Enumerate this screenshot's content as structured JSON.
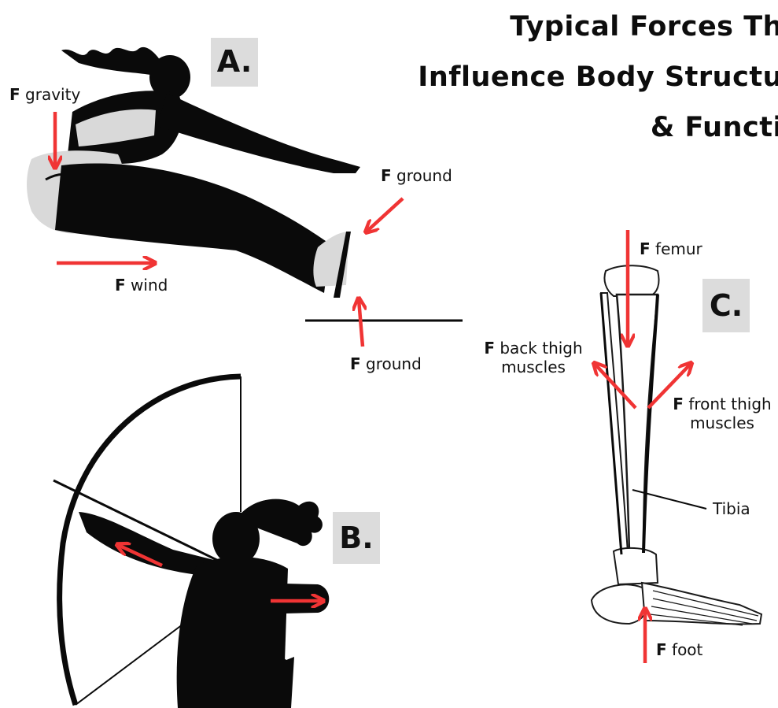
{
  "title": {
    "line1": "Typical Forces Th",
    "line2": "Influence Body Structu",
    "line3": "& Functi"
  },
  "panels": {
    "a": {
      "label": "A.",
      "gravity": {
        "f": "F",
        "text": "gravity"
      },
      "wind": {
        "f": "F",
        "text": "wind"
      },
      "ground_feet": {
        "f": "F",
        "text": "ground"
      },
      "ground_floor": {
        "f": "F",
        "text": "ground"
      }
    },
    "b": {
      "label": "B."
    },
    "c": {
      "label": "C.",
      "femur": {
        "f": "F",
        "text": "femur"
      },
      "back_thigh": {
        "f": "F",
        "text": "back thigh",
        "line2": "muscles"
      },
      "front_thigh": {
        "f": "F",
        "text": "front thigh",
        "line2": "muscles"
      },
      "tibia": "Tibia",
      "foot": {
        "f": "F",
        "text": "foot"
      }
    }
  },
  "colors": {
    "arrow": "#f03434",
    "silhouette": "#0a0a0a",
    "label_bg": "#dcdcdc",
    "clothing": "#d9d9d9"
  }
}
